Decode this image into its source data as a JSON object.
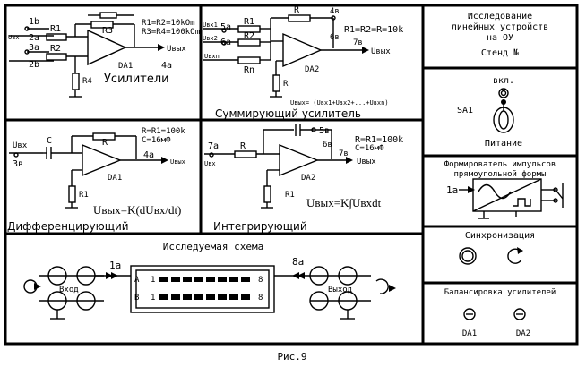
{
  "caption": "Рис.9",
  "amplifiers": {
    "title": "Усилители",
    "inputs": [
      "1b",
      "2a",
      "3a",
      "2b"
    ],
    "input_label": "Uвх",
    "resistors": [
      "R1",
      "R2",
      "R3",
      "R4"
    ],
    "values_line1": "R1=R2=10kOm",
    "values_line2": "R3=R4=100kOm",
    "output_label": "Uвых",
    "opamp": "DA1",
    "output_pin": "4a"
  },
  "summing": {
    "title": "Суммирующий усилитель",
    "inputs": [
      "Uвх1",
      "Uвх2",
      "Uвхn"
    ],
    "pins": [
      "5a",
      "6a",
      "4в",
      "6в",
      "7в"
    ],
    "resistors": [
      "R1",
      "R2",
      "Rn",
      "R",
      "R"
    ],
    "values": "R1=R2=R=10k",
    "output_label": "Uвых",
    "opamp": "DA2",
    "formula": "Uвых= (Uвх1+Uвх2+...+Uвхn)"
  },
  "differentiating": {
    "title": "Дифференцирующий",
    "input_label": "Uвх",
    "input_pin": "3в",
    "capacitor": "C",
    "resistors": [
      "R",
      "R1"
    ],
    "values_line1": "R=R1=100k",
    "values_line2": "C=16мФ",
    "output_pin": "4a",
    "output_label": "Uвых",
    "opamp": "DA1",
    "formula": "Uвых=K(dUвх/dt)"
  },
  "integrating": {
    "title": "Интегрирующий",
    "input_pin": "7a",
    "input_label": "Uвх",
    "cap_pin": "5в",
    "pins": [
      "6в",
      "7в"
    ],
    "values_line1": "R=R1=100k",
    "values_line2": "C=16мФ",
    "resistors": [
      "R",
      "R1"
    ],
    "output_label": "Uвых",
    "opamp": "DA2",
    "formula": "Uвых=K∫Uвхdt"
  },
  "panel": {
    "title_lines": [
      "Исследование",
      "линейных устройств",
      "на ОУ"
    ],
    "stand": "Стенд №",
    "power": {
      "on_label": "вкл.",
      "switch": "SA1",
      "label": "Питание"
    },
    "pulse": {
      "title_lines": [
        "Формирователь импульсов",
        "прямоугольной формы"
      ],
      "pin": "1a"
    },
    "sync": {
      "title": "Синхронизация"
    },
    "balance": {
      "title": "Балансировка усилителей",
      "channels": [
        "DA1",
        "DA2"
      ]
    }
  },
  "schema": {
    "title": "Исследуемая схема",
    "left_pin": "1a",
    "right_pin": "8a",
    "input_label": "Вход",
    "output_label": "Выход",
    "rows": [
      {
        "label": "А",
        "start": "1",
        "end": "8"
      },
      {
        "label": "В",
        "start": "1",
        "end": "8"
      }
    ]
  }
}
